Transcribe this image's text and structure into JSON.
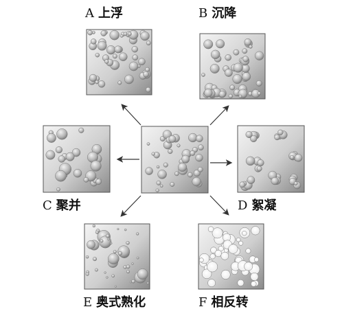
{
  "panels": {
    "a": {
      "letter": "A",
      "term": "上浮"
    },
    "b": {
      "letter": "B",
      "term": "沉降"
    },
    "c": {
      "letter": "C",
      "term": "聚并"
    },
    "d": {
      "letter": "D",
      "term": "絮凝"
    },
    "e": {
      "letter": "E",
      "term": "奥式熟化"
    },
    "f": {
      "letter": "F",
      "term": "相反转"
    }
  },
  "colors": {
    "box_light": "#f4f4f4",
    "box_dark": "#8a8a8a",
    "droplet_light": "#f2f2f2",
    "droplet_dark": "#6e6e6e",
    "arrow": "#333333"
  }
}
